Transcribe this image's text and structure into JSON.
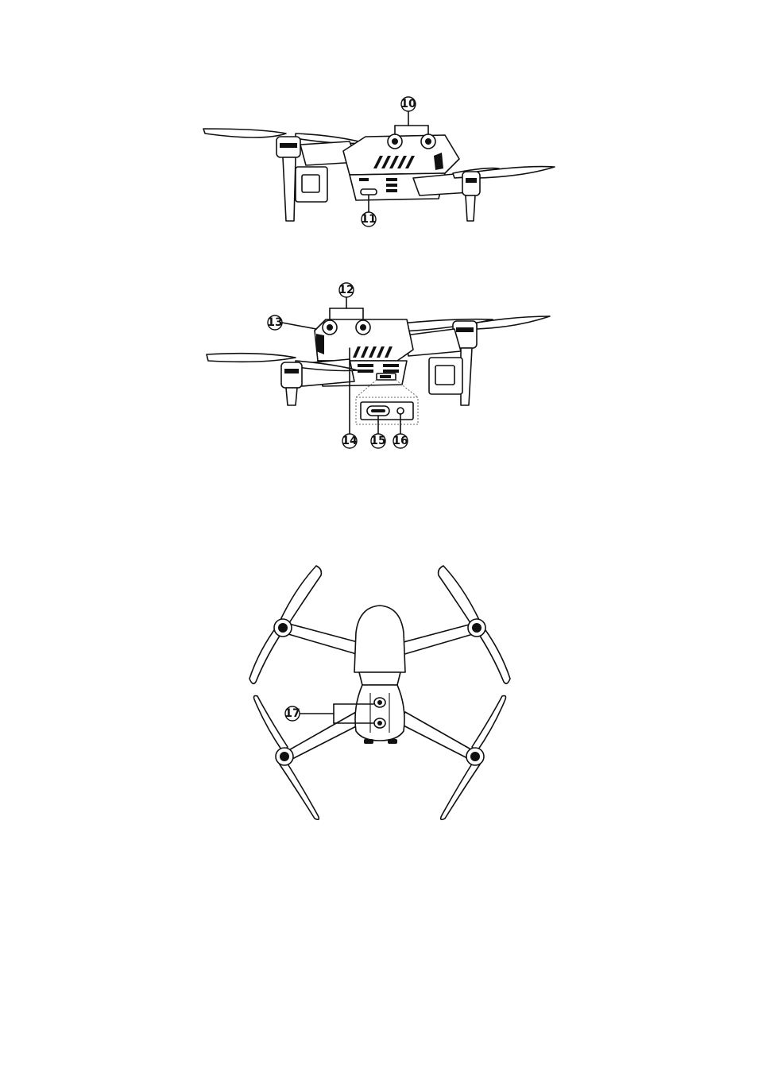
{
  "callouts": {
    "c10": "10",
    "c11": "11",
    "c12": "12",
    "c13": "13",
    "c14": "14",
    "c15": "15",
    "c16": "16",
    "c17": "17"
  }
}
